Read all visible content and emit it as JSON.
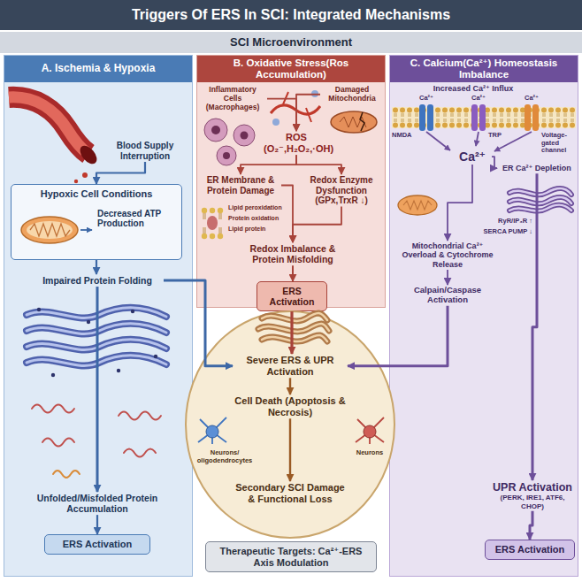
{
  "diagram": {
    "title": "Triggers Of ERS In SCI: Integrated Mechanisms",
    "nodes": [
      {
        "text": [
          "SCI Microenvironment"
        ]
      },
      {
        "text": [
          "A. Ischemia & Hypoxia"
        ]
      },
      {
        "text": [
          "Blood Supply Interruption"
        ],
        "in": 1
      },
      {
        "text": [
          "Hypoxic Cell Conditions",
          "Decreased ATP Production"
        ],
        "in": 1
      },
      {
        "text": [
          "Impaired Protein Folding"
        ],
        "in": 1
      },
      {
        "text": [
          "Unfolded/Misfolded Protein Accumulation"
        ],
        "in": 1
      },
      {
        "text": [
          "ERS Activation"
        ],
        "in": 1
      },
      {
        "text": [
          "B. Oxidative Stress(Ros Accumulation)"
        ]
      },
      {
        "text": [
          "Inflammatory Cells (Macrophages)"
        ],
        "in": 7
      },
      {
        "text": [
          "Damaged Mitochondria"
        ],
        "in": 7
      },
      {
        "text": [
          "ROS (O₂⁻,H₂O₂,·OH)"
        ],
        "in": 7
      },
      {
        "text": [
          "ER Membrane & Protein Damage"
        ],
        "in": 7
      },
      {
        "text": [
          "Redox Enzyme Dysfunction (GPx,TrxR ↓)"
        ],
        "in": 7
      },
      {
        "text": [
          "Redox Imbalance & Protein Misfolding"
        ],
        "in": 7
      },
      {
        "text": [
          "ERS Activation"
        ],
        "in": 7
      },
      {
        "text": [
          "C. Calcium(Ca²⁺) Homeostasis Imbalance"
        ]
      },
      {
        "text": [
          "Ca²⁺"
        ],
        "in": 15
      },
      {
        "text": [
          "ER Ca²⁺ Depletion"
        ],
        "in": 15
      },
      {
        "text": [
          "Mitochondrial Ca²⁺ Overload & Cytochrome Release"
        ],
        "in": 15
      },
      {
        "text": [
          "Calpain/Caspase Activation"
        ],
        "in": 15
      },
      {
        "text": [
          "UPR Activation",
          "(PERK, IRE1, ATF6, CHOP)"
        ],
        "in": 15
      },
      {
        "text": [
          "ERS Activation"
        ],
        "in": 15
      },
      {
        "text": [
          "Severe ERS & UPR Activation"
        ]
      },
      {
        "text": [
          "Cell Death (Apoptosis & Necrosis)"
        ]
      },
      {
        "text": [
          "Secondary SCI Damage & Functional Loss"
        ]
      },
      {
        "text": [
          "Therapeutic Targets: Ca²⁺-ERS Axis Modulation"
        ]
      }
    ],
    "edges": [
      {
        "from": 2,
        "to": 3,
        "arrow": "to"
      },
      {
        "from": 3,
        "to": 4,
        "arrow": "to"
      },
      {
        "from": 4,
        "to": 5,
        "arrow": "to"
      },
      {
        "from": 5,
        "to": 6,
        "arrow": "to"
      },
      {
        "from": 4,
        "to": 22,
        "arrow": "to"
      },
      {
        "from": 8,
        "to": 10,
        "arrow": "to"
      },
      {
        "from": 9,
        "to": 10,
        "arrow": "to"
      },
      {
        "from": 10,
        "to": 11,
        "arrow": "to"
      },
      {
        "from": 10,
        "to": 12,
        "arrow": "to"
      },
      {
        "from": 11,
        "to": 13,
        "arrow": "to"
      },
      {
        "from": 12,
        "to": 13,
        "arrow": "to"
      },
      {
        "from": 13,
        "to": 14,
        "arrow": "to"
      },
      {
        "from": 14,
        "to": 22,
        "arrow": "to"
      },
      {
        "from": 16,
        "to": 17,
        "arrow": "to"
      },
      {
        "from": 16,
        "to": 18,
        "arrow": "to"
      },
      {
        "from": 18,
        "to": 19,
        "arrow": "to"
      },
      {
        "from": 19,
        "to": 22,
        "arrow": "to"
      },
      {
        "from": 17,
        "to": 20,
        "arrow": "to"
      },
      {
        "from": 20,
        "to": 21,
        "arrow": "to"
      },
      {
        "from": 22,
        "to": 23,
        "arrow": "to"
      },
      {
        "from": 23,
        "to": 24,
        "arrow": "to"
      }
    ],
    "labels": [
      "Lipid peroxidation",
      "Protein oxidation",
      "Lipid protein",
      "Increased Ca²⁺ Influx",
      "Ca²⁺",
      "Ca²⁺",
      "Ca²⁺",
      "NMDA",
      "TRP",
      "Voltage-gated channel",
      "RyR/IP₃R ↑",
      "SERCA PUMP ↓",
      "Neurons/ oligodendrocytes",
      "Neurons"
    ]
  }
}
